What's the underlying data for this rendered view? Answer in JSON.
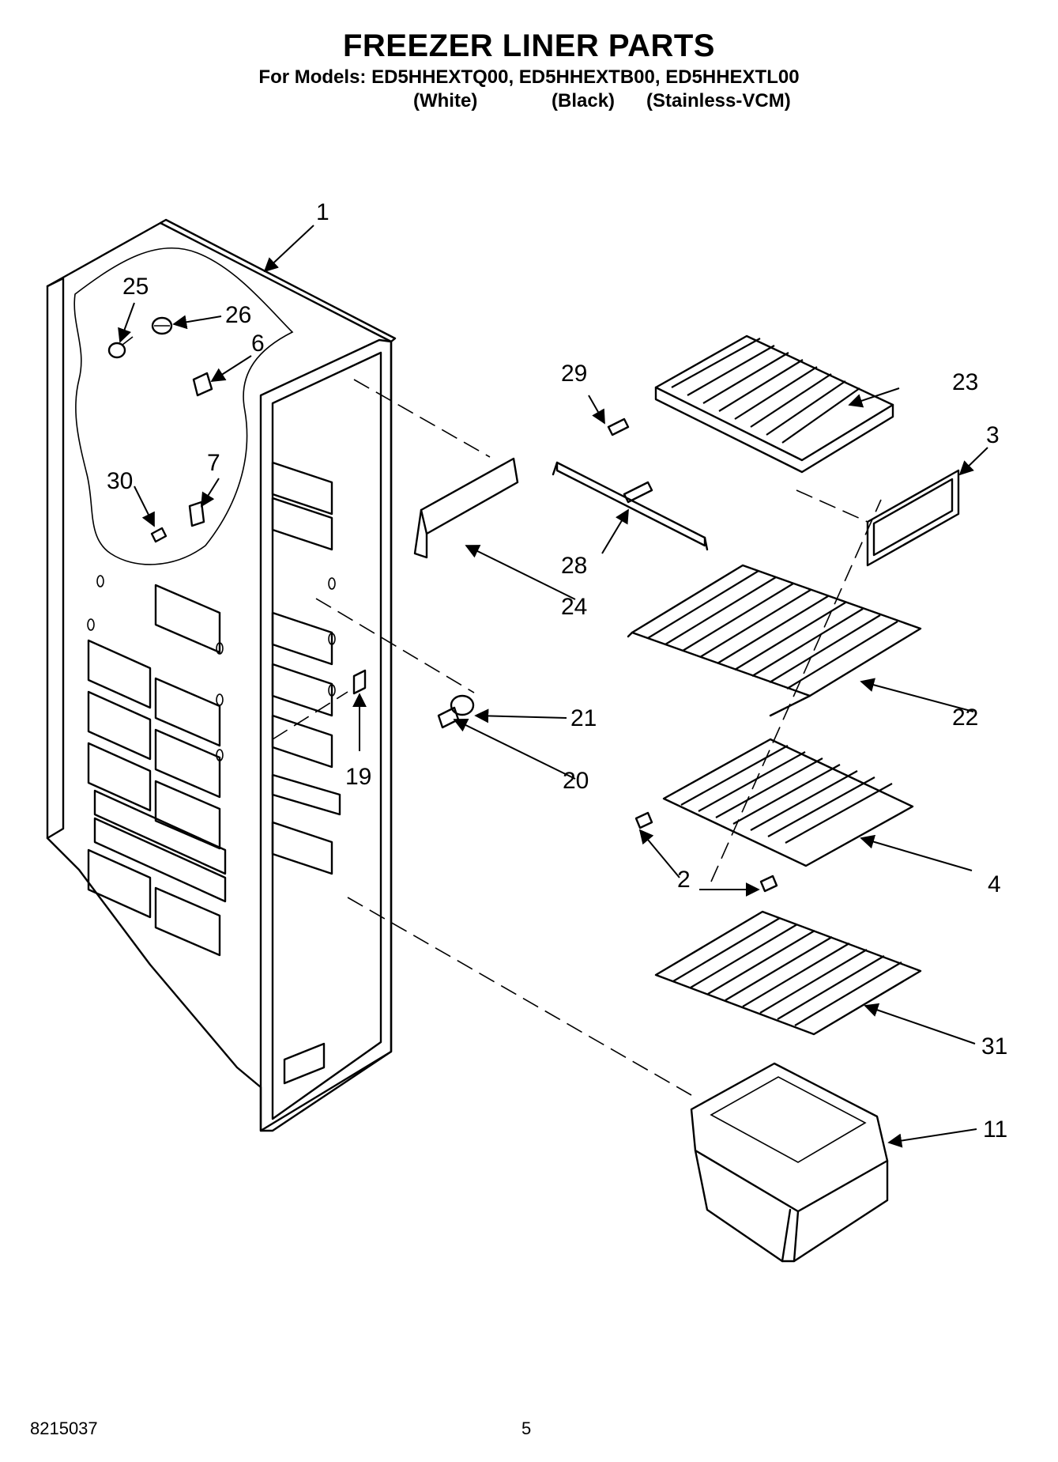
{
  "header": {
    "title": "FREEZER LINER PARTS",
    "models_line": "For Models: ED5HHEXTQ00, ED5HHEXTB00, ED5HHEXTL00",
    "variants": [
      "(White)",
      "(Black)",
      "(Stainless-VCM)"
    ]
  },
  "callouts": {
    "p1": "1",
    "p2": "2",
    "p3": "3",
    "p4": "4",
    "p6": "6",
    "p7": "7",
    "p11": "11",
    "p19": "19",
    "p20": "20",
    "p21": "21",
    "p22": "22",
    "p23": "23",
    "p24": "24",
    "p25": "25",
    "p26": "26",
    "p28": "28",
    "p29": "29",
    "p30": "30",
    "p31": "31"
  },
  "footer": {
    "doc_number": "8215037",
    "page_number": "5"
  }
}
